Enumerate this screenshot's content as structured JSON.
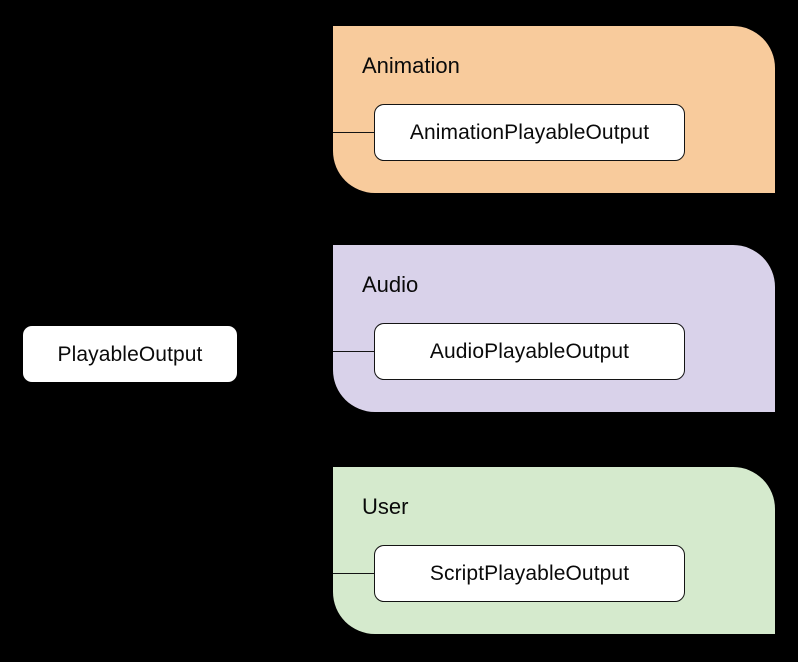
{
  "diagram": {
    "type": "class-hierarchy",
    "background_color": "#000000",
    "base_node": {
      "label": "PlayableOutput",
      "fill": "#ffffff",
      "text_color": "#0a0a0a"
    },
    "groups": [
      {
        "title": "Animation",
        "fill": "#f8cb9c",
        "class_node": {
          "label": "AnimationPlayableOutput",
          "fill": "#ffffff",
          "border_color": "#141414"
        }
      },
      {
        "title": "Audio",
        "fill": "#d9d2ea",
        "class_node": {
          "label": "AudioPlayableOutput",
          "fill": "#ffffff",
          "border_color": "#141414"
        }
      },
      {
        "title": "User",
        "fill": "#d5eacd",
        "class_node": {
          "label": "ScriptPlayableOutput",
          "fill": "#ffffff",
          "border_color": "#141414"
        }
      }
    ]
  }
}
